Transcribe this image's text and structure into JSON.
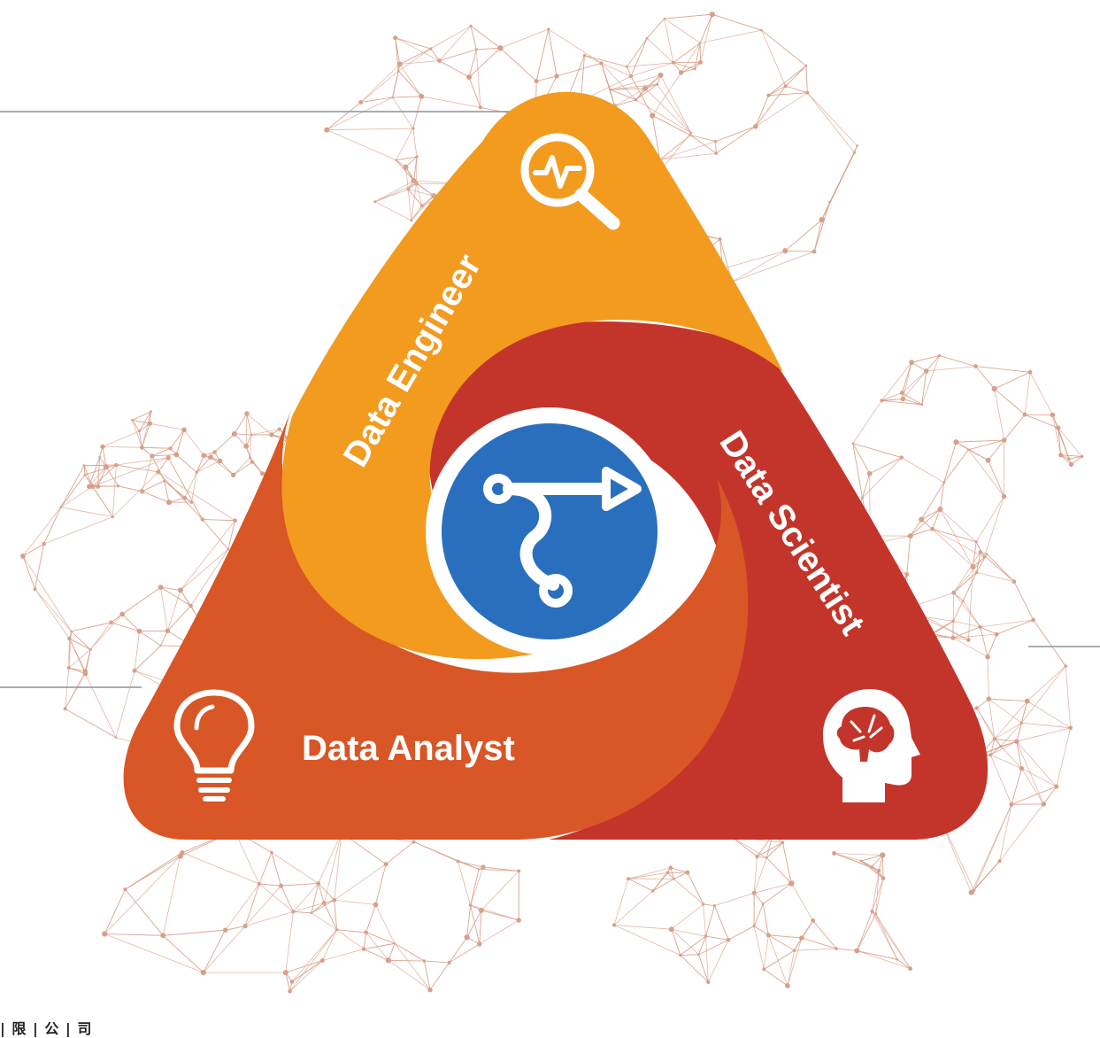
{
  "diagram": {
    "roles": [
      {
        "id": "engineer",
        "label": "Data Engineer",
        "color": "#f29b1f",
        "icon": "magnifier-pulse-icon"
      },
      {
        "id": "scientist",
        "label": "Data Scientist",
        "color": "#c3352a",
        "icon": "brain-head-icon"
      },
      {
        "id": "analyst",
        "label": "Data Analyst",
        "color": "#d95626",
        "icon": "lightbulb-icon"
      }
    ],
    "center_icon": "workflow-path-icon",
    "center_color": "#2a6fbe",
    "network_color": "#d8a08a"
  },
  "footer": {
    "text": "| 限 | 公 | 司"
  }
}
